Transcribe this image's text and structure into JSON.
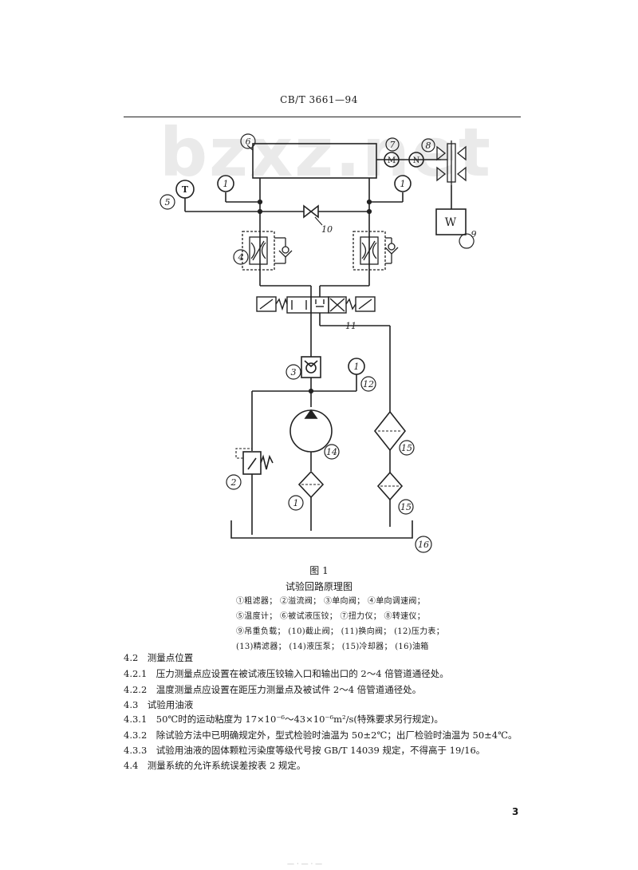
{
  "header": {
    "standard_code": "CB/T 3661—94"
  },
  "watermark": "bzxz.net",
  "diagram": {
    "labels": {
      "n1a": "1",
      "n1b": "1",
      "n1c": "1",
      "n1d": "1",
      "n2": "2",
      "n3": "3",
      "n4": "4",
      "n5": "5",
      "n6": "6",
      "n7": "7",
      "n8": "8",
      "n9": "9",
      "n10": "10",
      "n11": "11",
      "n12": "12",
      "n14": "14",
      "n15a": "15",
      "n15b": "15",
      "n16": "16"
    },
    "symbols": {
      "motor": "M",
      "speedometer": "N",
      "load": "W",
      "thermometer": "T"
    }
  },
  "figure": {
    "number": "图 1",
    "title": "试验回路原理图",
    "legend": [
      "①粗滤器； ②溢流阀； ③单向阀； ④单向调速阀；",
      "⑤温度计； ⑥被试液压铰； ⑦扭力仪； ⑧转速仪；",
      "⑨吊重负载； (10)截止阀； (11)换向阀； (12)压力表；",
      "(13)精滤器； (14)液压泵； (15)冷却器； (16)油箱"
    ]
  },
  "body": [
    "4.2　测量点位置",
    "4.2.1　压力测量点应设置在被试液压铰输入口和输出口的 2～4 倍管道通径处。",
    "4.2.2　温度测量点应设置在距压力测量点及被试件 2～4 倍管道通径处。",
    "4.3　试验用油液",
    "4.3.1　50℃时的运动粘度为 17×10⁻⁶～43×10⁻⁶m²/s(特殊要求另行规定)。",
    "4.3.2　除试验方法中已明确规定外，型式检验时油温为 50±2℃；出厂检验时油温为 50±4℃。",
    "4.3.3　试验用油液的固体颗粒污染度等级代号按 GB/T 14039 规定，不得高于 19/16。",
    "4.4　测量系统的允许系统误差按表 2 规定。"
  ],
  "page_number": "3",
  "footer": "— · — · —"
}
